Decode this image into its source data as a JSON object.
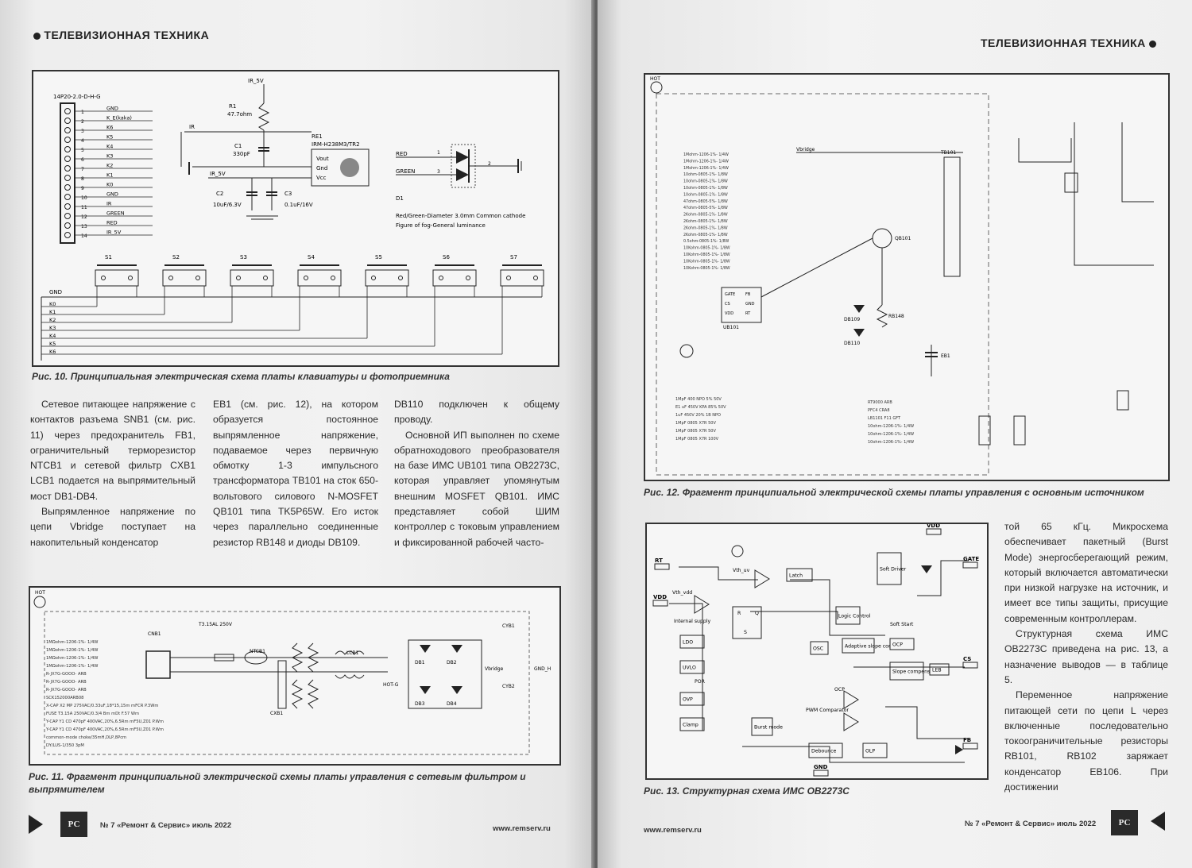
{
  "left_page": {
    "header": "ТЕЛЕВИЗИОННАЯ ТЕХНИКА",
    "fig10": {
      "caption": "Рис. 10. Принципиальная электрическая схема платы клавиатуры и фотоприемника",
      "connector": "14P20-2.0-D-H-G",
      "pins": [
        "1",
        "2",
        "3",
        "4",
        "5",
        "6",
        "7",
        "8",
        "9",
        "10",
        "11",
        "12",
        "13",
        "14"
      ],
      "pin_labels": [
        "GND",
        "K_E(kaka)",
        "K6",
        "K5",
        "K4",
        "K3",
        "K2",
        "K1",
        "K0",
        "GND",
        "IR",
        "GREEN",
        "RED",
        "IR_5V"
      ],
      "labels": {
        "ir5v_top": "IR_5V",
        "r1": "R1",
        "r1_val": "47.7ohm",
        "c1": "C1",
        "c1_val": "330pF",
        "ir": "IR",
        "re1": "RE1",
        "re1_part": "IRM-H238M3/TR2",
        "vout": "Vout",
        "gnd": "Gnd",
        "vcc": "Vcc",
        "ir5v": "IR_5V",
        "c2": "C2",
        "c2_val": "10uF/6.3V",
        "c3": "C3",
        "c3_val": "0.1uF/16V",
        "red": "RED",
        "green": "GREEN",
        "d1": "D1",
        "led_note1": "Red/Green-Diameter 3.0mm Common cathode",
        "led_note2": "Figure of fog-General luminance",
        "gnd_bus": "GND",
        "pin1": "1",
        "pin2": "2",
        "pin3": "3"
      },
      "switches": [
        "S1",
        "S2",
        "S3",
        "S4",
        "S5",
        "S6",
        "S7"
      ],
      "bus": [
        "K0",
        "K1",
        "K2",
        "K3",
        "K4",
        "K5",
        "K6"
      ]
    },
    "columns": [
      [
        "Сетевое питающее напряжение с контактов разъема SNB1 (см. рис. 11) через предохранитель FB1, ограничительный терморезистор NTCB1 и сетевой фильтр CXB1 LCB1 подается на выпрямительный мост DB1-DB4.",
        "Выпрямленное напряжение по цепи Vbridge поступает на накопительный конденсатор"
      ],
      [
        "EB1 (см. рис. 12), на котором образуется постоянное выпрямленное напряжение, подаваемое через первичную обмотку 1-3 импульсного трансформатора TB101 на сток 650-вольтового силового N-MOSFET QB101 типа TK5P65W. Его исток через параллельно соединенные резистор RB148 и диоды DB109."
      ],
      [
        "DB110 подключен к общему проводу.",
        "Основной ИП выполнен по схеме обратноходового преобразователя на базе ИМС UB101 типа OB2273C, которая управляет упомянутым внешним MOSFET QB101. ИМС представляет собой ШИМ контроллер с токовым управлением и фиксированной рабочей часто-"
      ]
    ],
    "fig11": {
      "caption": "Рис. 11. Фрагмент принципиальной электрической схемы платы управления с сетевым фильтром и выпрямителем",
      "labels": {
        "hot": "HOT",
        "cnb1": "CNB1",
        "fuse": "T3.15AL 250V",
        "ntc": "NTCB1",
        "lcb1": "LCB1",
        "db1": "DB1",
        "db2": "DB2",
        "db3": "DB3",
        "db4": "DB4",
        "vbridge": "Vbridge",
        "gnd_h": "GND_H",
        "cyb1": "CYB1",
        "cyb2": "CYB2",
        "cxb1": "CXB1",
        "hotg": "HOT-G"
      },
      "notes": [
        "1MΩohm-1206-1%-  1/4W",
        "1MΩohm-1206-1%-  1/4W",
        "1MΩohm-1206-1%-  1/4W",
        "1MΩohm-1206-1%-  1/4W",
        "R-JX7G-GOOO- ARB",
        "R-JX7G-GOOO- ARB",
        "R-JX7G-GOOO- ARB",
        "SCK152000ARB08",
        "X-CAP X2 MP 275VAC/0.33uF,18*15,15m  mFCR P.3Wm",
        "FUSE T3.15A 250VAC/0.3/4 Bm   mDt F.57 Wm",
        "Y-CAP Y1 CD 470pF 400VAC,20%,6.5Rm  mF5U,Z01 P.Wm",
        "Y-CAP Y1 CD 470pF 400VAC,20%,6.5Rm  mF5U,Z01 P.Wm",
        "common-mode choke/35mH,DLP,8Pcm",
        "DY/LUS-1/350 3pM"
      ]
    },
    "footer": {
      "issue": "№ 7 «Ремонт & Сервис» июль 2022",
      "site": "www.remserv.ru",
      "logo": "РС"
    }
  },
  "right_page": {
    "header": "ТЕЛЕВИЗИОННАЯ ТЕХНИКА",
    "fig12": {
      "caption": "Рис. 12. Фрагмент принципиальной электрической схемы платы управления с основным источником",
      "labels": {
        "hot": "HOT",
        "vbridge": "Vbridge",
        "ub101": "UB101",
        "pin_gate": "GATE",
        "pin_cs": "CS",
        "pin_vdd": "VDD",
        "pin_fb": "FB",
        "pin_gnd": "GND",
        "pin_rt": "RT",
        "tb101": "TB101",
        "qb101": "QB101",
        "eb1": "EB1",
        "db109": "DB109",
        "db110": "DB110",
        "rb148": "RB148"
      },
      "notes_left": [
        "1Mohm-1206-1%- 1/4W",
        "1Mohm-1206-1%- 1/4W",
        "1Mohm-1206-1%- 1/4W",
        "10ohm-0805-1%- 1/8W",
        "10ohm-0805-1%- 1/8W",
        "10ohm-0805-1%- 1/8W",
        "10ohm-0805-1%- 1/8W",
        "47ohm-0805-5%- 1/8W",
        "47ohm-0805-5%- 1/8W",
        "2Kohm-0805-1%- 1/8W",
        "2Kohm-0805-1%- 1/8W",
        "2Kohm-0805-1%- 1/8W",
        "2Kohm-0805-1%- 1/8W",
        "0.5ohm-0805-1%- 1/8W",
        "10Kohm-0805-1%- 1/8W",
        "10Kohm-0805-1%- 1/8W",
        "10Kohm-0805-1%- 1/8W",
        "10Kohm-0805-1%- 1/8W"
      ],
      "notes_bottom": [
        "1MpF 400 NPO 5%  50V",
        "E1 uF 450V KPA  85%  50V",
        "1uF 450V 20%  1B  NPO",
        "1MpF 0805 X7R  50V",
        "1MpF 0805 X7R  50V",
        "1MpF 0805 X7R  100V"
      ],
      "notes_right": [
        "RT9000  ARB",
        "PFC4 CRA8",
        "LB1101  F11 GFT",
        "10ohm-1206-1%- 1/4W",
        "10ohm-1206-1%- 1/4W",
        "10ohm-1206-1%- 1/4W"
      ]
    },
    "fig13": {
      "caption": "Рис. 13. Структурная схема ИМС OB2273C",
      "pins": {
        "rt": "RT",
        "vdd": "VDD",
        "gate": "GATE",
        "cs": "CS",
        "fb": "FB",
        "gnd": "GND",
        "vdd_top": "VDD"
      },
      "blocks": {
        "vth_vdd": "Vth_vdd",
        "vth_uv": "Vth_uv",
        "internal": "Internal supply",
        "ldo": "LDO",
        "uvlo": "UVLO",
        "por": "POR",
        "ovp": "OVP",
        "clamp": "Clamp",
        "latch": "Latch",
        "soft_driver": "Soft Driver",
        "logic": "Logic Control",
        "osc": "OSC",
        "adaptive": "Adaptive slope comp.",
        "ocp": "OCP",
        "slope": "Slope compensation",
        "leb": "LEB",
        "burst": "Burst mode",
        "pwm": "PWM Comparator",
        "debounce": "Debounce",
        "olp": "OLP",
        "soft_start": "Soft Start",
        "r": "R",
        "s": "S",
        "q": "Q",
        "ocp_cmp": "OCP"
      }
    },
    "column": [
      "той 65 кГц. Микросхема обеспечивает пакетный (Burst Mode) энергосберегающий режим, который включается автоматически при низкой нагрузке на источник, и имеет все типы защиты, присущие современным контроллерам.",
      "Структурная схема ИМС OB2273C приведена на рис. 13, а назначение выводов — в таблице 5.",
      "Переменное напряжение питающей сети по цепи L через включенные последовательно токоограничительные резисторы RB101, RB102 заряжает конденсатор EB106. При достижении"
    ],
    "footer": {
      "site": "www.remserv.ru",
      "issue": "№ 7 «Ремонт & Сервис» июль 2022",
      "logo": "РС"
    }
  }
}
